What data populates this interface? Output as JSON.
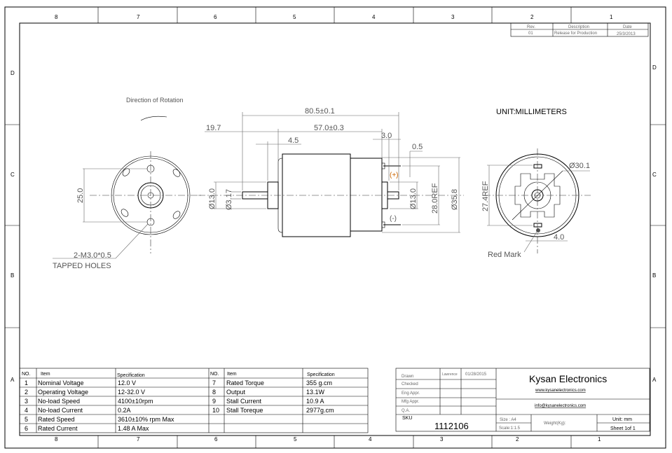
{
  "zones": {
    "top": [
      "8",
      "7",
      "6",
      "5",
      "4",
      "3",
      "2",
      "1"
    ],
    "bottom": [
      "8",
      "7",
      "6",
      "5",
      "4",
      "3",
      "2",
      "1"
    ],
    "left": [
      "D",
      "C",
      "B",
      "A"
    ],
    "right": [
      "D",
      "C",
      "B",
      "A"
    ]
  },
  "revision": {
    "headers": [
      "Rev.",
      "Description",
      "Date"
    ],
    "rows": [
      [
        "01",
        "Release for Production",
        "25/3/2013"
      ]
    ]
  },
  "drawing": {
    "direction_label": "Direction of Rotation",
    "unit_label": "UNIT:MILLIMETERS",
    "front_view": {
      "dim_25": "25.0",
      "hole_callout": "2-M3.0*0.5",
      "hole_note": "TAPPED HOLES"
    },
    "side_view": {
      "overall": "80.5±0.1",
      "body": "57.0±0.3",
      "shaft": "19.7",
      "flange": "4.5",
      "rear": "3.0",
      "terminal": "0.5",
      "dia_flange": "Ø13.0",
      "dia_shaft": "Ø3.17",
      "dia_rear": "Ø13.0",
      "terminal_spacing": "28.0REF",
      "dia_body": "Ø35.8",
      "plus": "(+)",
      "minus": "(-)"
    },
    "rear_view": {
      "dia": "Ø30.1",
      "height": "27.4REF",
      "width": "4.0",
      "red_mark": "Red Mark"
    }
  },
  "spec_table": {
    "headers": [
      "NO.",
      "Item",
      "Specification",
      "NO.",
      "Item",
      "Specification"
    ],
    "left": [
      {
        "no": "1",
        "item": "Nominal Voltage",
        "spec": "12.0 V"
      },
      {
        "no": "2",
        "item": "Operating Voltage",
        "spec": "12-32.0 V"
      },
      {
        "no": "3",
        "item": "No-load Speed",
        "spec": "4100±10rpm"
      },
      {
        "no": "4",
        "item": "No-load Current",
        "spec": "0.2A"
      },
      {
        "no": "5",
        "item": "Rated Speed",
        "spec": "3610±10% rpm Max"
      },
      {
        "no": "6",
        "item": "Rated Current",
        "spec": "1.48 A Max"
      }
    ],
    "right": [
      {
        "no": "7",
        "item": "Rated Torque",
        "spec": "355 g.cm"
      },
      {
        "no": "8",
        "item": "Output",
        "spec": "13.1W"
      },
      {
        "no": "9",
        "item": "Stall Current",
        "spec": "10.9 A"
      },
      {
        "no": "10",
        "item": "Stall Toreque",
        "spec": "2977g.cm"
      }
    ]
  },
  "title_block": {
    "drawn_label": "Drawn",
    "drawn_by": "Lawrence",
    "drawn_date": "01/28/2015",
    "checked_label": "Checked",
    "eng_label": "Eng Appr.",
    "mfg_label": "Mfg Appr.",
    "qa_label": "Q.A.",
    "company": "Kysan Electronics",
    "website": "www.kysanelectronics.com",
    "email": "info@kysanelectronics.com",
    "sku_label": "SKU",
    "sku": "1112106",
    "size": "Size : A4",
    "scale": "Scale:1:1.5",
    "weight": "Weight(Kg):",
    "unit": "Unit: mm",
    "sheet": "Sheet 1of 1"
  }
}
